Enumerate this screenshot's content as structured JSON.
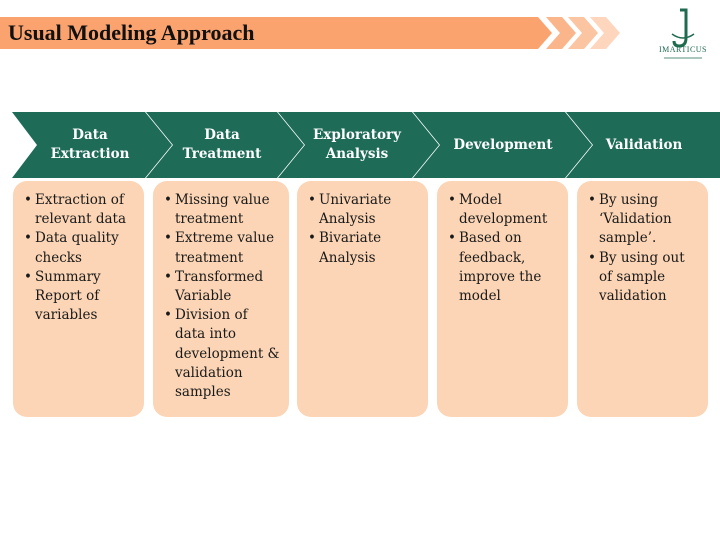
{
  "header": {
    "title": "Usual Modeling Approach",
    "logo_text": "IMARTICUS"
  },
  "colors": {
    "banner": "#fba36f",
    "chevron_light": "#fcd0b4",
    "step_fill": "#1e6b57",
    "card_fill": "#fbd5b5"
  },
  "steps": [
    {
      "label": "Data Extraction",
      "items": [
        "Extraction of relevant data",
        "Data quality checks",
        "Summary Report of variables"
      ]
    },
    {
      "label": "Data Treatment",
      "items": [
        "Missing value treatment",
        "Extreme value treatment",
        "Transformed Variable",
        "Division of data into development & validation samples"
      ]
    },
    {
      "label": "Exploratory Analysis",
      "items": [
        "Univariate Analysis",
        "Bivariate Analysis"
      ]
    },
    {
      "label": "Development",
      "items": [
        "Model development",
        "Based on feedback, improve the model"
      ]
    },
    {
      "label": "Validation",
      "items": [
        "By using ‘Validation sample’.",
        "By using out of sample validation"
      ]
    }
  ]
}
